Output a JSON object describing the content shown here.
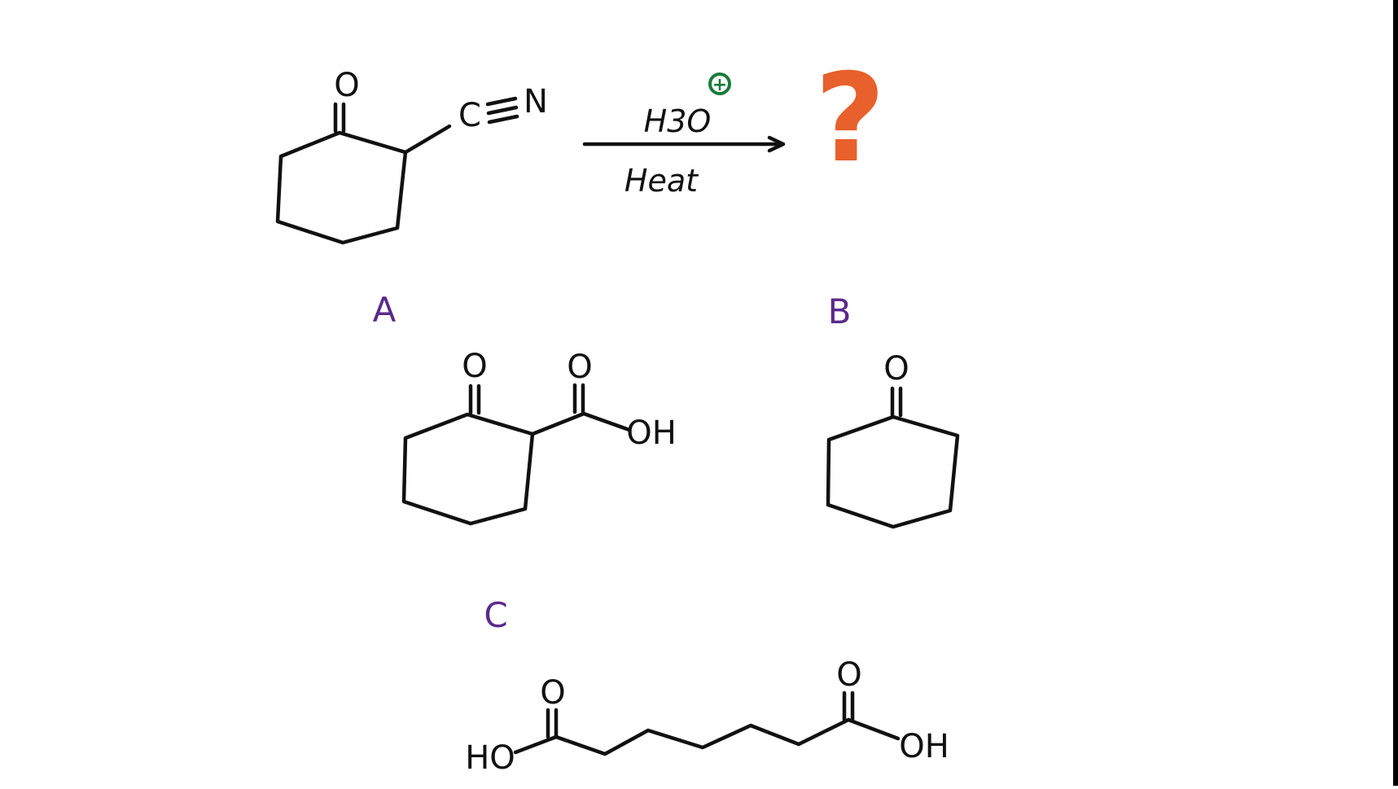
{
  "reaction": {
    "reagent_top": "H3O",
    "reagent_charge": "+",
    "reagent_bottom": "Heat",
    "unknown_product": "?"
  },
  "starting_material": {
    "ketone_oxygen": "O",
    "nitrile_carbon": "C",
    "nitrile_nitrogen": "N"
  },
  "options": {
    "a": {
      "label": "A",
      "ketone_oxygen": "O",
      "acid_oxygen": "O",
      "acid_hydroxyl": "OH"
    },
    "b": {
      "label": "B",
      "ketone_oxygen": "O"
    },
    "c": {
      "label": "C",
      "left_oxygen": "O",
      "left_hydroxyl": "HO",
      "right_oxygen": "O",
      "right_hydroxyl": "OH"
    }
  },
  "colors": {
    "question_mark": "#e8602c",
    "option_labels": "#5b2a8c",
    "charge": "#1a7a3c",
    "ink": "#111111",
    "background": "#ffffff",
    "right_border": "#000000"
  }
}
